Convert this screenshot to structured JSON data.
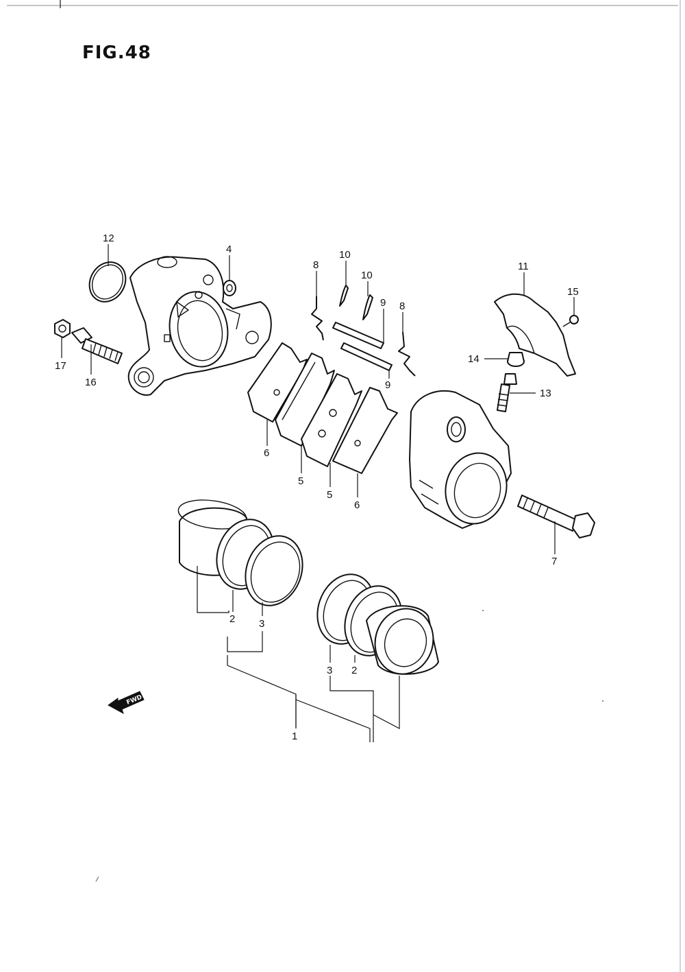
{
  "figure": {
    "title": "FIG.48",
    "fwd_label": "FWD"
  },
  "callouts": {
    "p1": "1",
    "p2a": "2",
    "p3a": "3",
    "p2b": "2",
    "p3b": "3",
    "p4": "4",
    "p5a": "5",
    "p5b": "5",
    "p6a": "6",
    "p6b": "6",
    "p7": "7",
    "p8a": "8",
    "p8b": "8",
    "p9a": "9",
    "p9b": "9",
    "p10a": "10",
    "p10b": "10",
    "p11": "11",
    "p12": "12",
    "p13": "13",
    "p14": "14",
    "p15": "15",
    "p16": "16",
    "p17": "17"
  }
}
